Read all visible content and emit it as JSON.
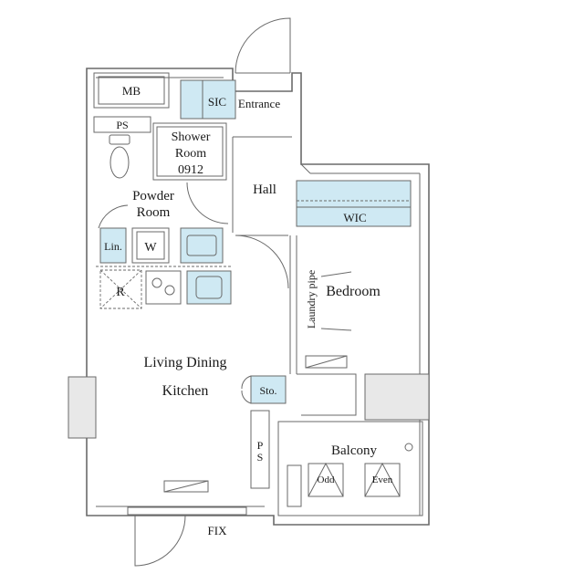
{
  "rooms": {
    "mb": "MB",
    "sic": "SIC",
    "entrance": "Entrance",
    "ps_top": "PS",
    "shower_line1": "Shower",
    "shower_line2": "Room",
    "shower_line3": "0912",
    "hall": "Hall",
    "powder_line1": "Powder",
    "powder_line2": "Room",
    "wic": "WIC",
    "lin": "Lin.",
    "w": "W",
    "r": "R",
    "laundry_pipe": "Laundry pipe",
    "bedroom": "Bedroom",
    "ldk_line1": "Living Dining",
    "ldk_line2": "Kitchen",
    "sto": "Sto.",
    "ps_bottom": "PS",
    "balcony": "Balcony",
    "odd": "Odd",
    "even": "Even",
    "fix": "FIX"
  },
  "colors": {
    "wall": "#6a6a6a",
    "blue_fill": "#cfe9f3",
    "gray_fill": "#e8e8e8"
  }
}
